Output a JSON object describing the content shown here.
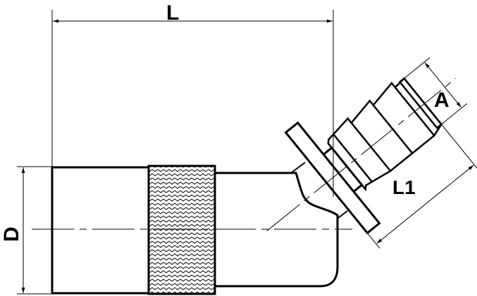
{
  "drawing": {
    "type": "angled hose barb fitting with knurled nut",
    "dimensions": {
      "overall_length": "L",
      "diameter": "D",
      "barb_size": "A",
      "barb_length": "L1"
    },
    "colors": {
      "line": "#000000",
      "background": "#ffffff"
    }
  }
}
